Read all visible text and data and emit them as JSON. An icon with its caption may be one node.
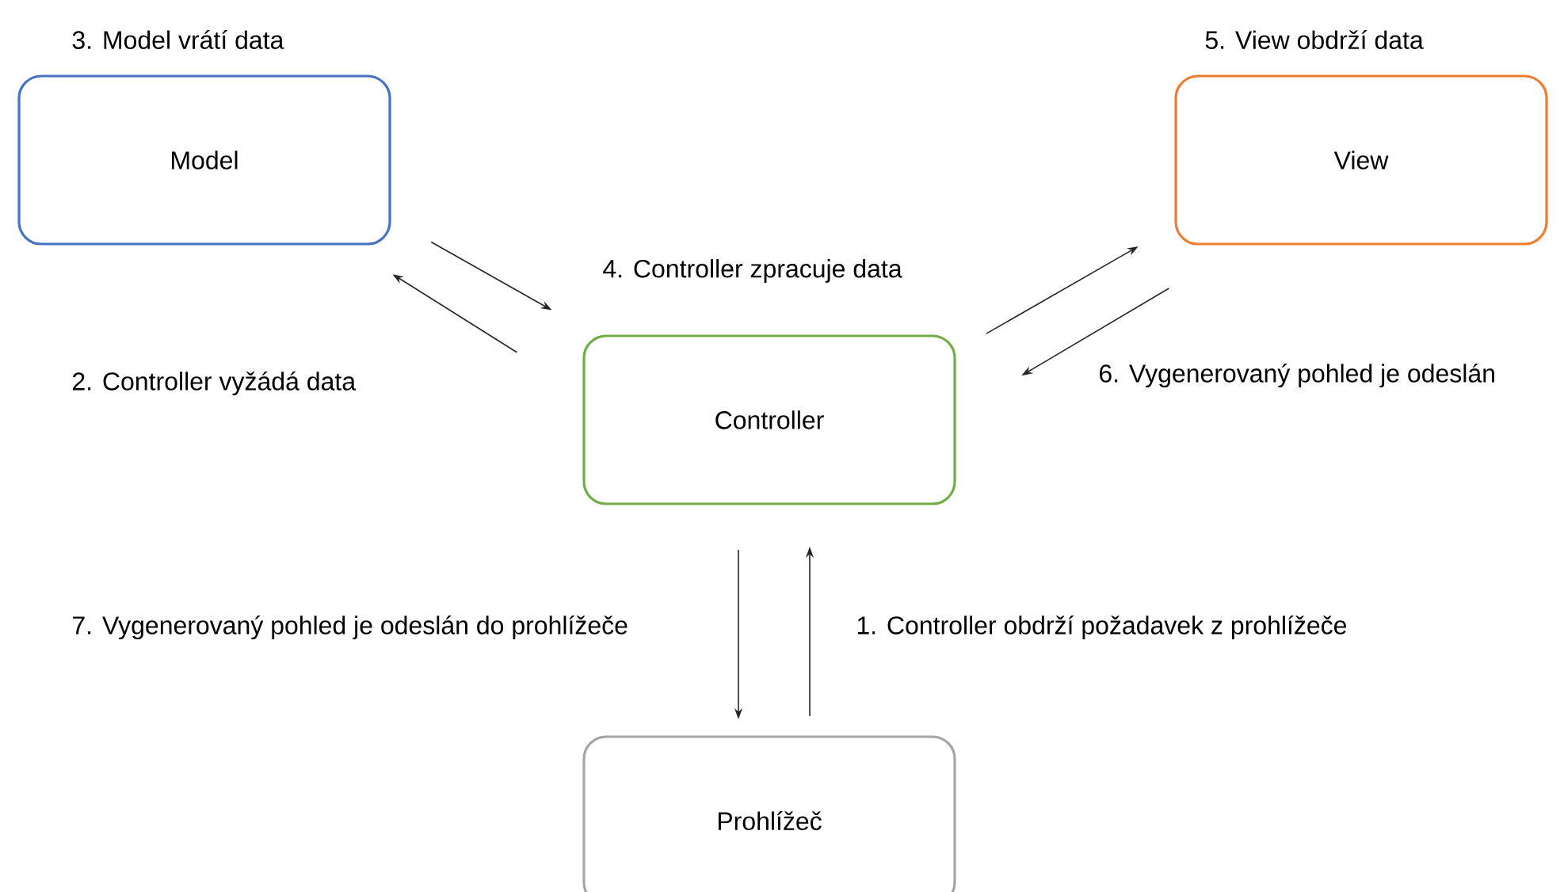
{
  "diagram": {
    "nodes": [
      {
        "text": [
          "Model"
        ]
      },
      {
        "text": [
          "View"
        ]
      },
      {
        "text": [
          "Controller"
        ]
      },
      {
        "text": [
          "Prohlížeč"
        ]
      }
    ],
    "edges": [
      {
        "from": 2,
        "to": 0,
        "arrow": "to"
      },
      {
        "from": 0,
        "to": 2,
        "arrow": "to"
      },
      {
        "from": 2,
        "to": 1,
        "arrow": "to"
      },
      {
        "from": 1,
        "to": 2,
        "arrow": "to"
      },
      {
        "from": 2,
        "to": 3,
        "arrow": "to"
      },
      {
        "from": 3,
        "to": 2,
        "arrow": "to"
      }
    ],
    "labels": [
      "3. Model vrátí data",
      "5. View obdrží data",
      "4. Controller zpracuje data",
      "2. Controller vyžádá data",
      "6. Vygenerovaný pohled je odeslán",
      "7. Vygenerovaný pohled je odeslán do prohlížeče",
      "1. Controller obdrží požadavek z prohlížeče"
    ]
  }
}
